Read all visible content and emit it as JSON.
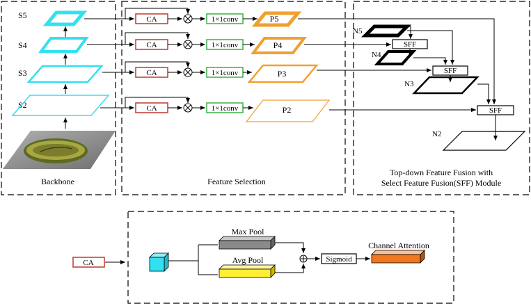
{
  "backbone": {
    "levels": [
      "S5",
      "S4",
      "S3",
      "S2"
    ],
    "caption": "Backbone"
  },
  "feature_selection": {
    "ca_label": "CA",
    "conv_label": "1×1conv",
    "outputs": [
      "P5",
      "P4",
      "P3",
      "P2"
    ],
    "caption": "Feature Selection"
  },
  "fusion": {
    "outputs": [
      "N5",
      "N4",
      "N3",
      "N2"
    ],
    "sff_label": "SFF",
    "caption_line1": "Top-down Feature Fusion with",
    "caption_line2": "Select Feature Fusion(SFF) Module"
  },
  "ca_module": {
    "input_label": "CA",
    "max_pool": "Max Pool",
    "avg_pool": "Avg Pool",
    "sigmoid": "Sigmoid",
    "output": "Channel Attention"
  },
  "colors": {
    "cyan": "#33e0f0",
    "orange": "#f0a030",
    "black": "#000000",
    "red": "#c0392b",
    "green": "#3cb043",
    "gray": "#888888",
    "yellow": "#ffee33",
    "deep_orange": "#f07820"
  }
}
